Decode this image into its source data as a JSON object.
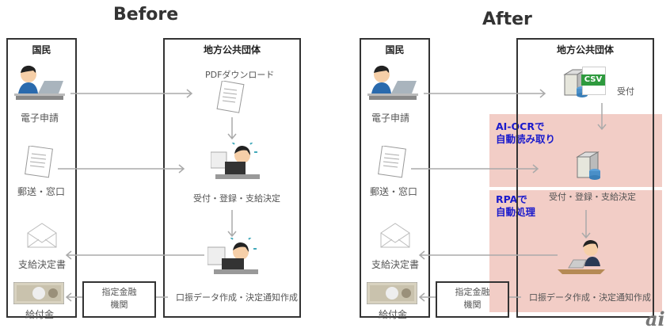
{
  "before": {
    "title": "Before",
    "citizen_header": "国民",
    "gov_header": "地方公共団体",
    "citizen": {
      "electronic": "電子申請",
      "mail": "郵送・窓口",
      "decision_letter": "支給決定書",
      "benefit": "給付金"
    },
    "bank": [
      "指定金融",
      "機関"
    ],
    "gov": {
      "pdf": "PDFダウンロード",
      "register": "受付・登録・支給決定",
      "transfer": "口振データ作成・決定通知作成"
    }
  },
  "after": {
    "title": "After",
    "citizen_header": "国民",
    "gov_header": "地方公共団体",
    "citizen": {
      "electronic": "電子申請",
      "mail": "郵送・窓口",
      "decision_letter": "支給決定書",
      "benefit": "給付金"
    },
    "bank": [
      "指定金融",
      "機関"
    ],
    "gov": {
      "receive": "受付",
      "csv_badge": "CSV",
      "register": "受付・登録・支給決定",
      "transfer": "口振データ作成・決定通知作成"
    },
    "zones": {
      "ocr": [
        "AI-OCRで",
        "自動読み取り"
      ],
      "rpa": [
        "RPAで",
        "自動処理"
      ]
    }
  },
  "colors": {
    "zone_fill": "#f2cdc6",
    "zone_text": "#1a1acc",
    "csv_green": "#2e9a3e"
  },
  "watermark": "ai"
}
